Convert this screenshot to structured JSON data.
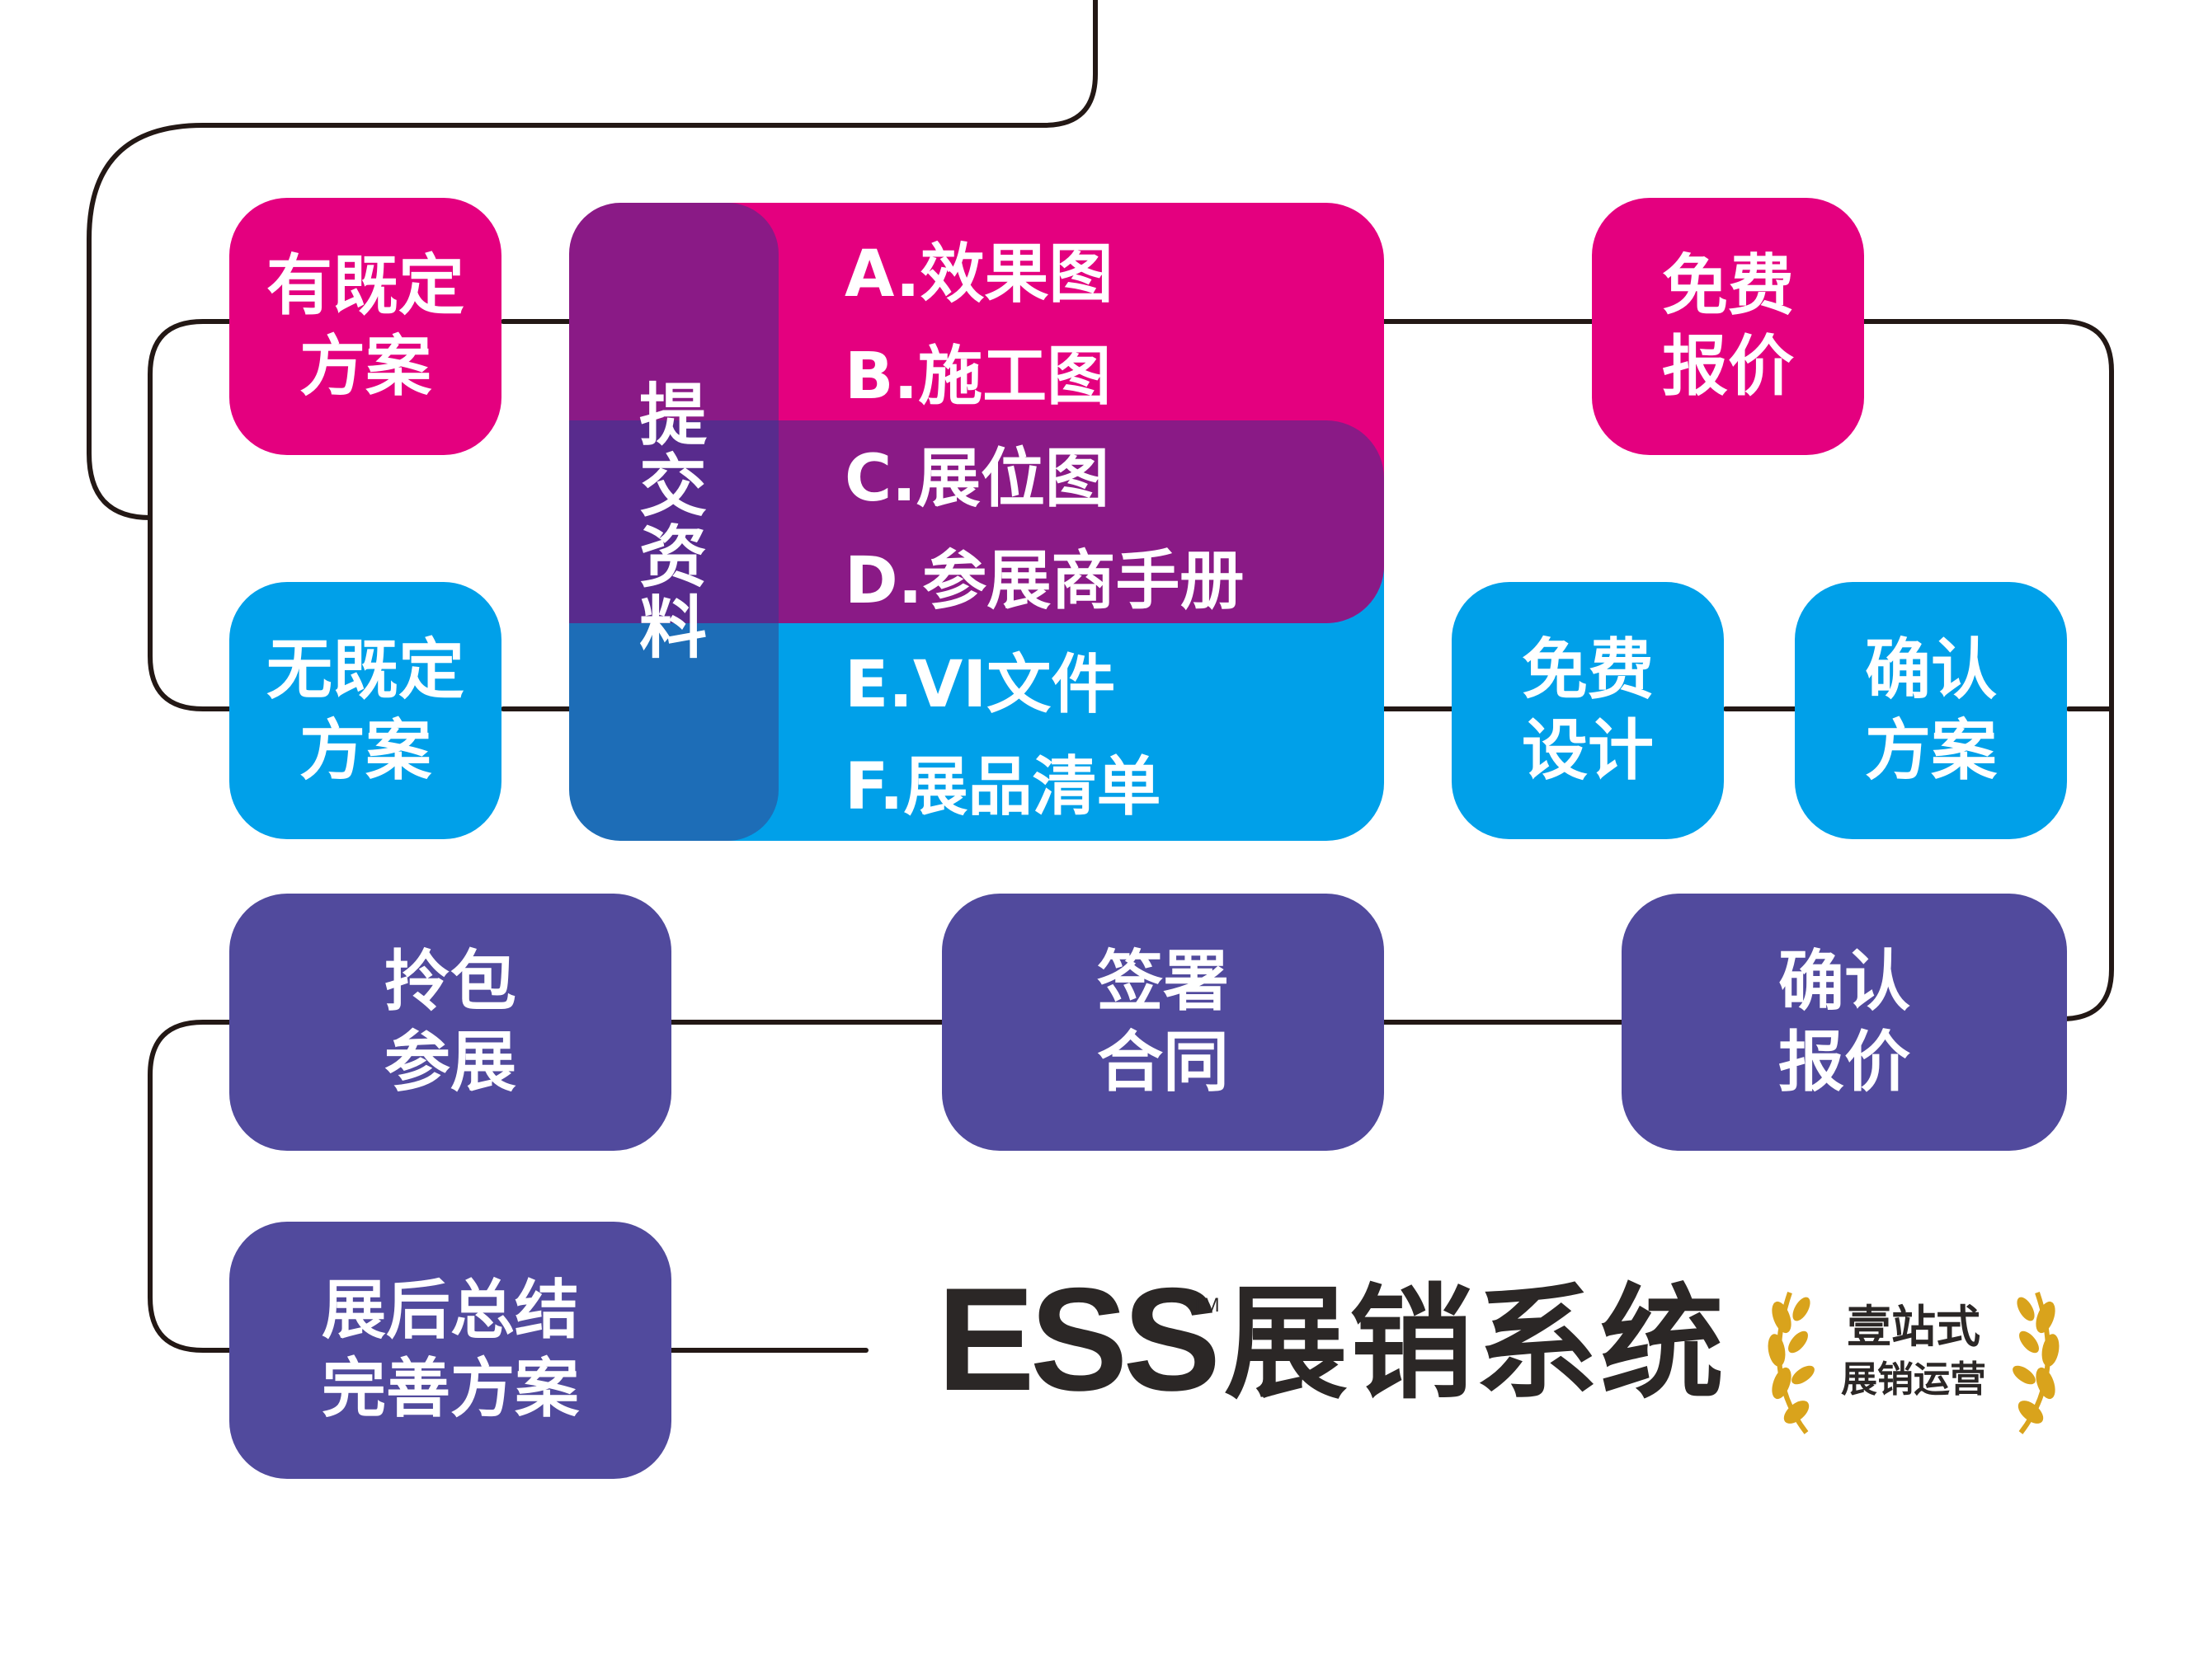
{
  "colors": {
    "magenta": "#e4007f",
    "cyan": "#00a0e9",
    "purple": "#514a9d",
    "overlap_purple": "#8a1a86",
    "tab_purple": "#582b8d",
    "tab_blue": "#1d6db7",
    "line": "#231815",
    "gold": "#d9a31c",
    "logo_text": "#2b2726"
  },
  "nodes": {
    "existing_plan": [
      "有既定",
      "方案"
    ],
    "no_plan": [
      "无既定",
      "方案"
    ],
    "free_quote": [
      "免费",
      "报价"
    ],
    "free_design": [
      "免费",
      "设计"
    ],
    "confirm_plan": [
      "确认",
      "方案"
    ],
    "confirm_quote": [
      "确认",
      "报价"
    ],
    "sign_contract": [
      "签署",
      "合同"
    ],
    "turnkey": [
      "拎包",
      "参展"
    ],
    "summary": [
      "展后总结",
      "完善方案"
    ]
  },
  "materials": {
    "title": "提交资料",
    "items": [
      "A.效果图",
      "B.施工图",
      "C.展位图",
      "D.参展商手册",
      "E.VI文件",
      "F.展品清单"
    ]
  },
  "logo": {
    "brand": "ESS",
    "tm": "TM",
    "name": "展销系统",
    "badge_line1": "壹站式",
    "badge_line2": "展销运营"
  }
}
